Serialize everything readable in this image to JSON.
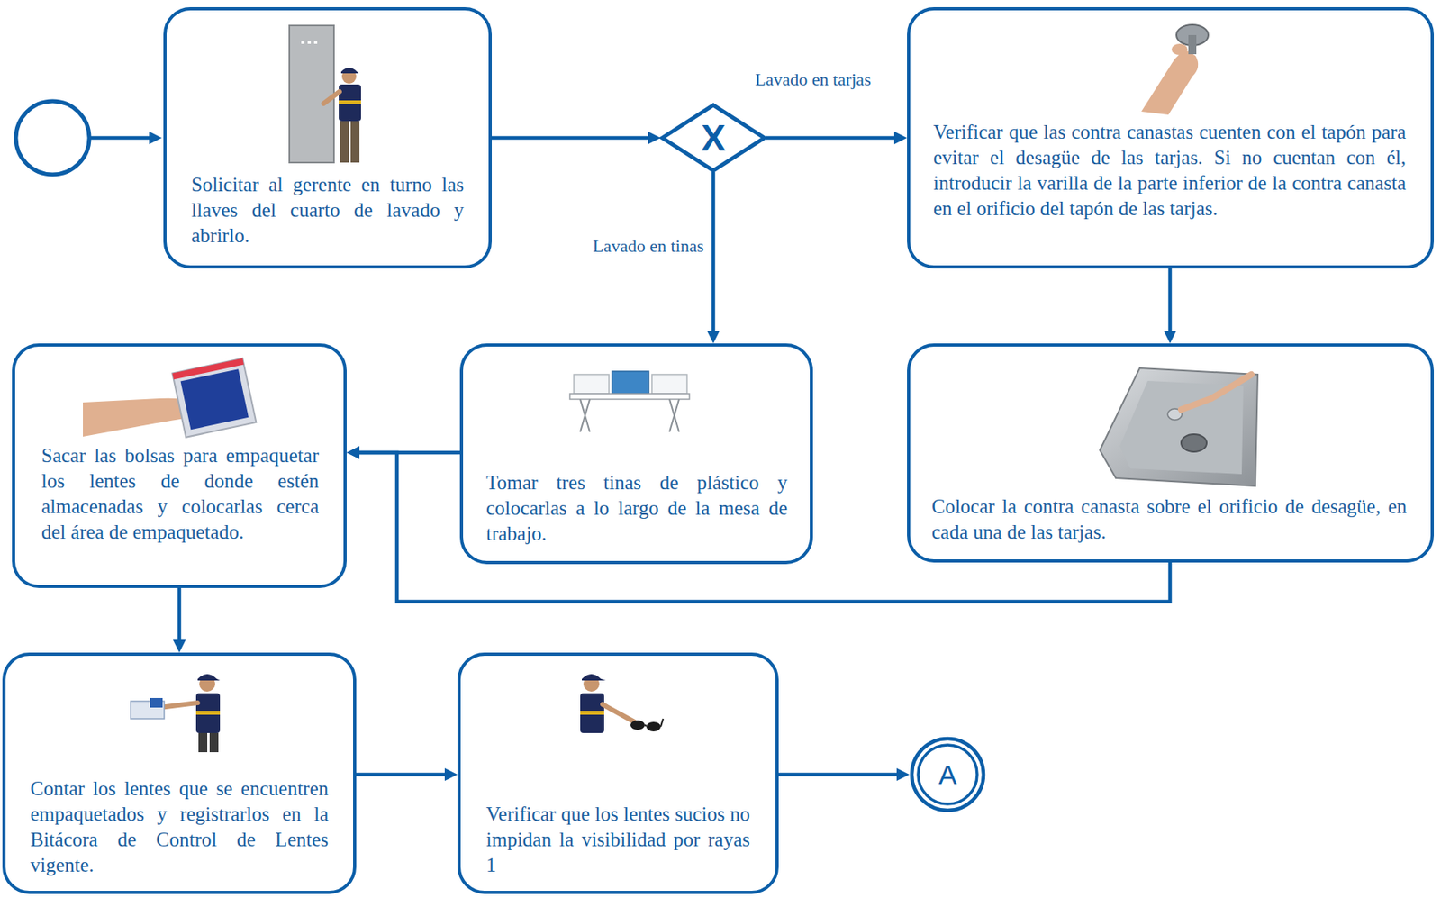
{
  "diagram": {
    "nodes": [
      {
        "text": [
          "Solicitar al gerente en turno las llaves del cuarto de lavado y abrirlo."
        ]
      },
      {
        "text": [
          "X"
        ]
      },
      {
        "text": [
          "Verificar que las contra canastas cuenten con el tapón para evitar el desagüe de las tarjas. Si no cuentan con él, introducir la varilla de la parte inferior de la contra canasta en el orificio del tapón de las tarjas."
        ]
      },
      {
        "text": [
          "Sacar las bolsas para empaquetar los lentes de donde estén almacenadas y colocarlas cerca del área de empaquetado."
        ]
      },
      {
        "text": [
          "Tomar tres tinas de plástico y colocarlas a lo largo de la mesa de trabajo."
        ]
      },
      {
        "text": [
          "Colocar la contra canasta sobre el orificio de desagüe, en cada una de las tarjas."
        ]
      },
      {
        "text": [
          "Contar los lentes que se encuentren empaquetados y registrarlos en la Bitácora de Control de Lentes vigente."
        ]
      },
      {
        "text": [
          "Verificar que los lentes sucios no impidan la visibilidad por rayas 1"
        ]
      },
      {
        "text": [
          "A"
        ]
      }
    ],
    "edges": [
      {
        "from": 0,
        "to": 1,
        "arrow": "to"
      },
      {
        "from": 1,
        "to": 2,
        "label": "Lavado en tarjas",
        "arrow": "to"
      },
      {
        "from": 1,
        "to": 4,
        "label": "Lavado en tinas",
        "arrow": "to"
      },
      {
        "from": 2,
        "to": 5,
        "arrow": "to"
      },
      {
        "from": 4,
        "to": 3,
        "arrow": "to"
      },
      {
        "from": 5,
        "to": 3,
        "arrow": "to"
      },
      {
        "from": 3,
        "to": 6,
        "arrow": "to"
      },
      {
        "from": 6,
        "to": 7,
        "arrow": "to"
      },
      {
        "from": 7,
        "to": 8,
        "arrow": "to"
      }
    ]
  }
}
